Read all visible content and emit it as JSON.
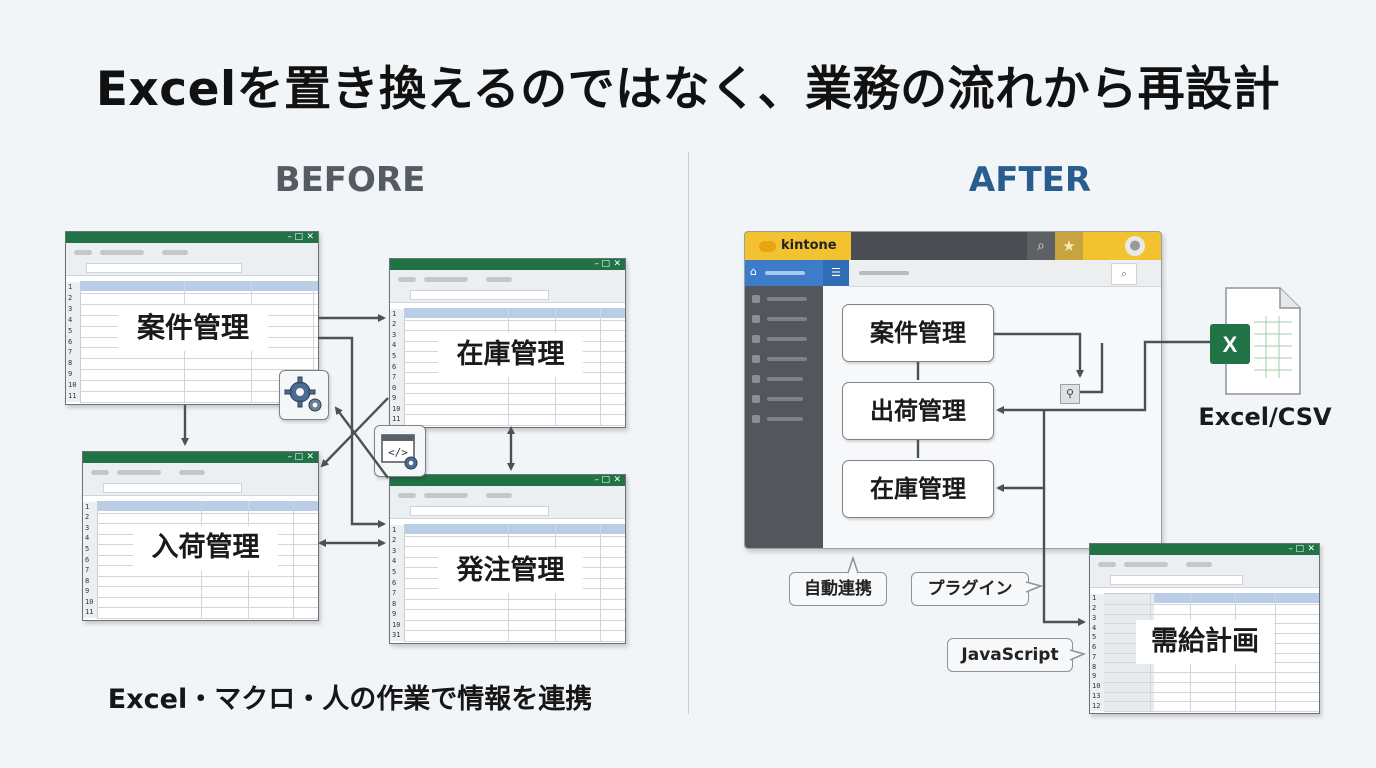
{
  "title": "Excelを置き換えるのではなく、業務の流れから再設計",
  "before": {
    "heading": "BEFORE",
    "caption": "Excel・マクロ・人の作業で情報を連携",
    "sheets": {
      "anken": "案件管理",
      "zaiko": "在庫管理",
      "nyuka": "入荷管理",
      "hatchu": "発注管理"
    },
    "macro_icon": "gear-icon",
    "script_icon": "code-window-icon"
  },
  "after": {
    "heading": "AFTER",
    "app": {
      "logo_text": "kintone",
      "nodes": [
        "案件管理",
        "出荷管理",
        "在庫管理"
      ]
    },
    "callouts": {
      "auto": "自動連携",
      "plugin": "プラグイン",
      "js": "JavaScript"
    },
    "excel_label": "Excel/CSV",
    "excel_icon_letter": "X",
    "demand_sheet": "需給計画"
  },
  "colors": {
    "excel_green": "#217346",
    "after_blue": "#2a5d8f",
    "before_gray": "#555b62",
    "kintone_yellow": "#f2c230"
  }
}
